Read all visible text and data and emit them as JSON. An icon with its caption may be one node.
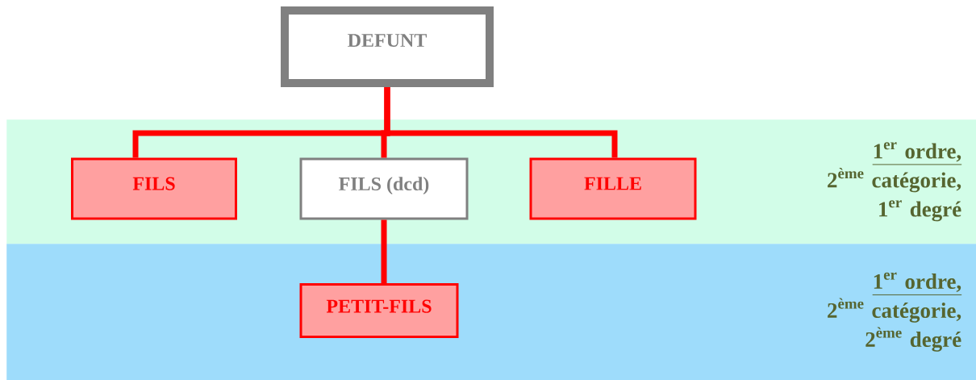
{
  "diagram": {
    "nodes": [
      {
        "text": [
          "DEFUNT"
        ]
      },
      {
        "text": [
          "\\text{1}^{\\text{er}}\\text{ ordre,}",
          "\\text{2}^{\\text{ème}}\\text{ catégorie,}",
          "\\text{1}^{\\text{er}}\\text{ degré}"
        ]
      },
      {
        "text": [
          "FILS"
        ],
        "in": 1
      },
      {
        "text": [
          "FILS (dcd)"
        ],
        "in": 1
      },
      {
        "text": [
          "FILLE"
        ],
        "in": 1
      },
      {
        "text": [
          "\\text{1}^{\\text{er}}\\text{ ordre,}",
          "\\text{2}^{\\text{ème}}\\text{ catégorie,}",
          "\\text{2}^{\\text{ème}}\\text{ degré}"
        ]
      },
      {
        "text": [
          "PETIT-FILS"
        ],
        "in": 5
      }
    ],
    "edges": [
      {
        "from": 0,
        "to": 2,
        "arrow": "none"
      },
      {
        "from": 0,
        "to": 3,
        "arrow": "none"
      },
      {
        "from": 0,
        "to": 4,
        "arrow": "none"
      },
      {
        "from": 3,
        "to": 6,
        "arrow": "none"
      }
    ]
  }
}
